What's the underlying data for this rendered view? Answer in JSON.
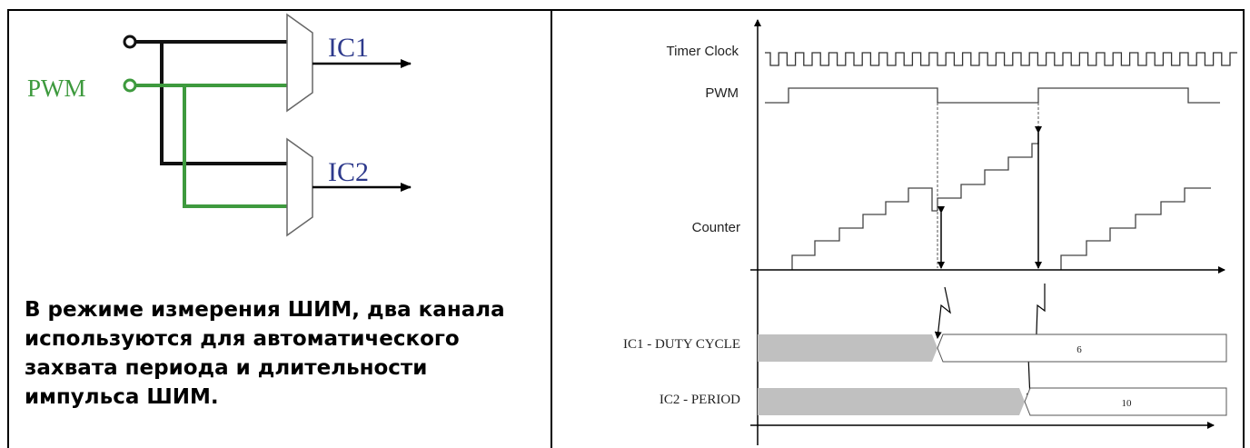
{
  "mux_diagram": {
    "input_label": "PWM",
    "outputs": [
      "IC1",
      "IC2"
    ],
    "colors": {
      "pwm_line": "#3e9a3e",
      "ref_line": "#111111",
      "mux_fill": "#ffffff",
      "output_label": "#2e3a8c",
      "input_label": "#3e9a3e"
    }
  },
  "caption": "В режиме измерения ШИМ, два канала используются для автоматического захвата периода и длительности импульса ШИМ.",
  "timing": {
    "signal_labels": {
      "clock": "Timer Clock",
      "pwm": "PWM",
      "counter": "Counter",
      "ic1": "IC1 - DUTY CYCLE",
      "ic2": "IC2 - PERIOD"
    },
    "ic1_value": "6",
    "ic2_value": "10",
    "colors": {
      "bar_fill": "#c0c0c0",
      "line": "#000000",
      "clock": "#333333"
    }
  }
}
